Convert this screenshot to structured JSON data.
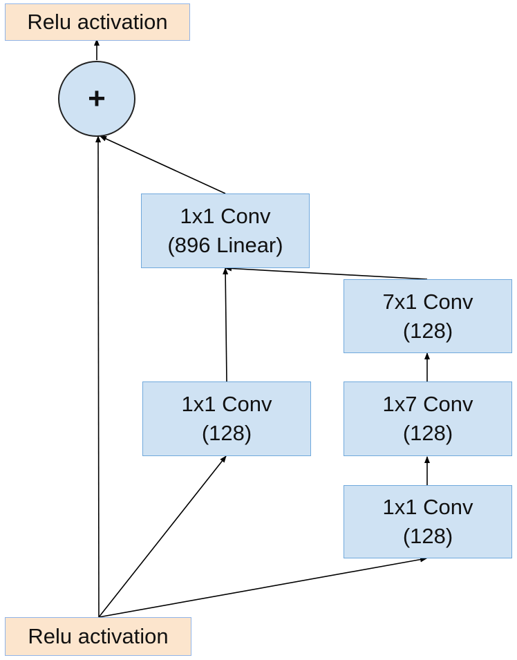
{
  "diagram": {
    "output_activation": "Relu activation",
    "input_activation": "Relu activation",
    "sum_symbol": "+",
    "blocks": {
      "conv_linear": {
        "line1": "1x1 Conv",
        "line2": "(896 Linear)"
      },
      "conv_branch1": {
        "line1": "1x1 Conv",
        "line2": "(128)"
      },
      "conv_branch2_a": {
        "line1": "1x1 Conv",
        "line2": "(128)"
      },
      "conv_branch2_b": {
        "line1": "1x7 Conv",
        "line2": "(128)"
      },
      "conv_branch2_c": {
        "line1": "7x1 Conv",
        "line2": "(128)"
      }
    },
    "edges": [
      {
        "from": "input-relu-node",
        "to": "conv-1x1-branch1-node"
      },
      {
        "from": "input-relu-node",
        "to": "conv-1x1-branch2-node"
      },
      {
        "from": "input-relu-node",
        "to": "sum-node"
      },
      {
        "from": "conv-1x1-branch2-node",
        "to": "conv-1x7-node"
      },
      {
        "from": "conv-1x7-node",
        "to": "conv-7x1-node"
      },
      {
        "from": "conv-1x1-branch1-node",
        "to": "conv-1x1-linear-node"
      },
      {
        "from": "conv-7x1-node",
        "to": "conv-1x1-linear-node"
      },
      {
        "from": "conv-1x1-linear-node",
        "to": "sum-node"
      },
      {
        "from": "sum-node",
        "to": "output-relu-node"
      }
    ],
    "colors": {
      "activation_fill": "#fce5cd",
      "conv_fill": "#cfe2f3",
      "conv_border": "#6fa8dc",
      "edge": "#000000"
    }
  }
}
